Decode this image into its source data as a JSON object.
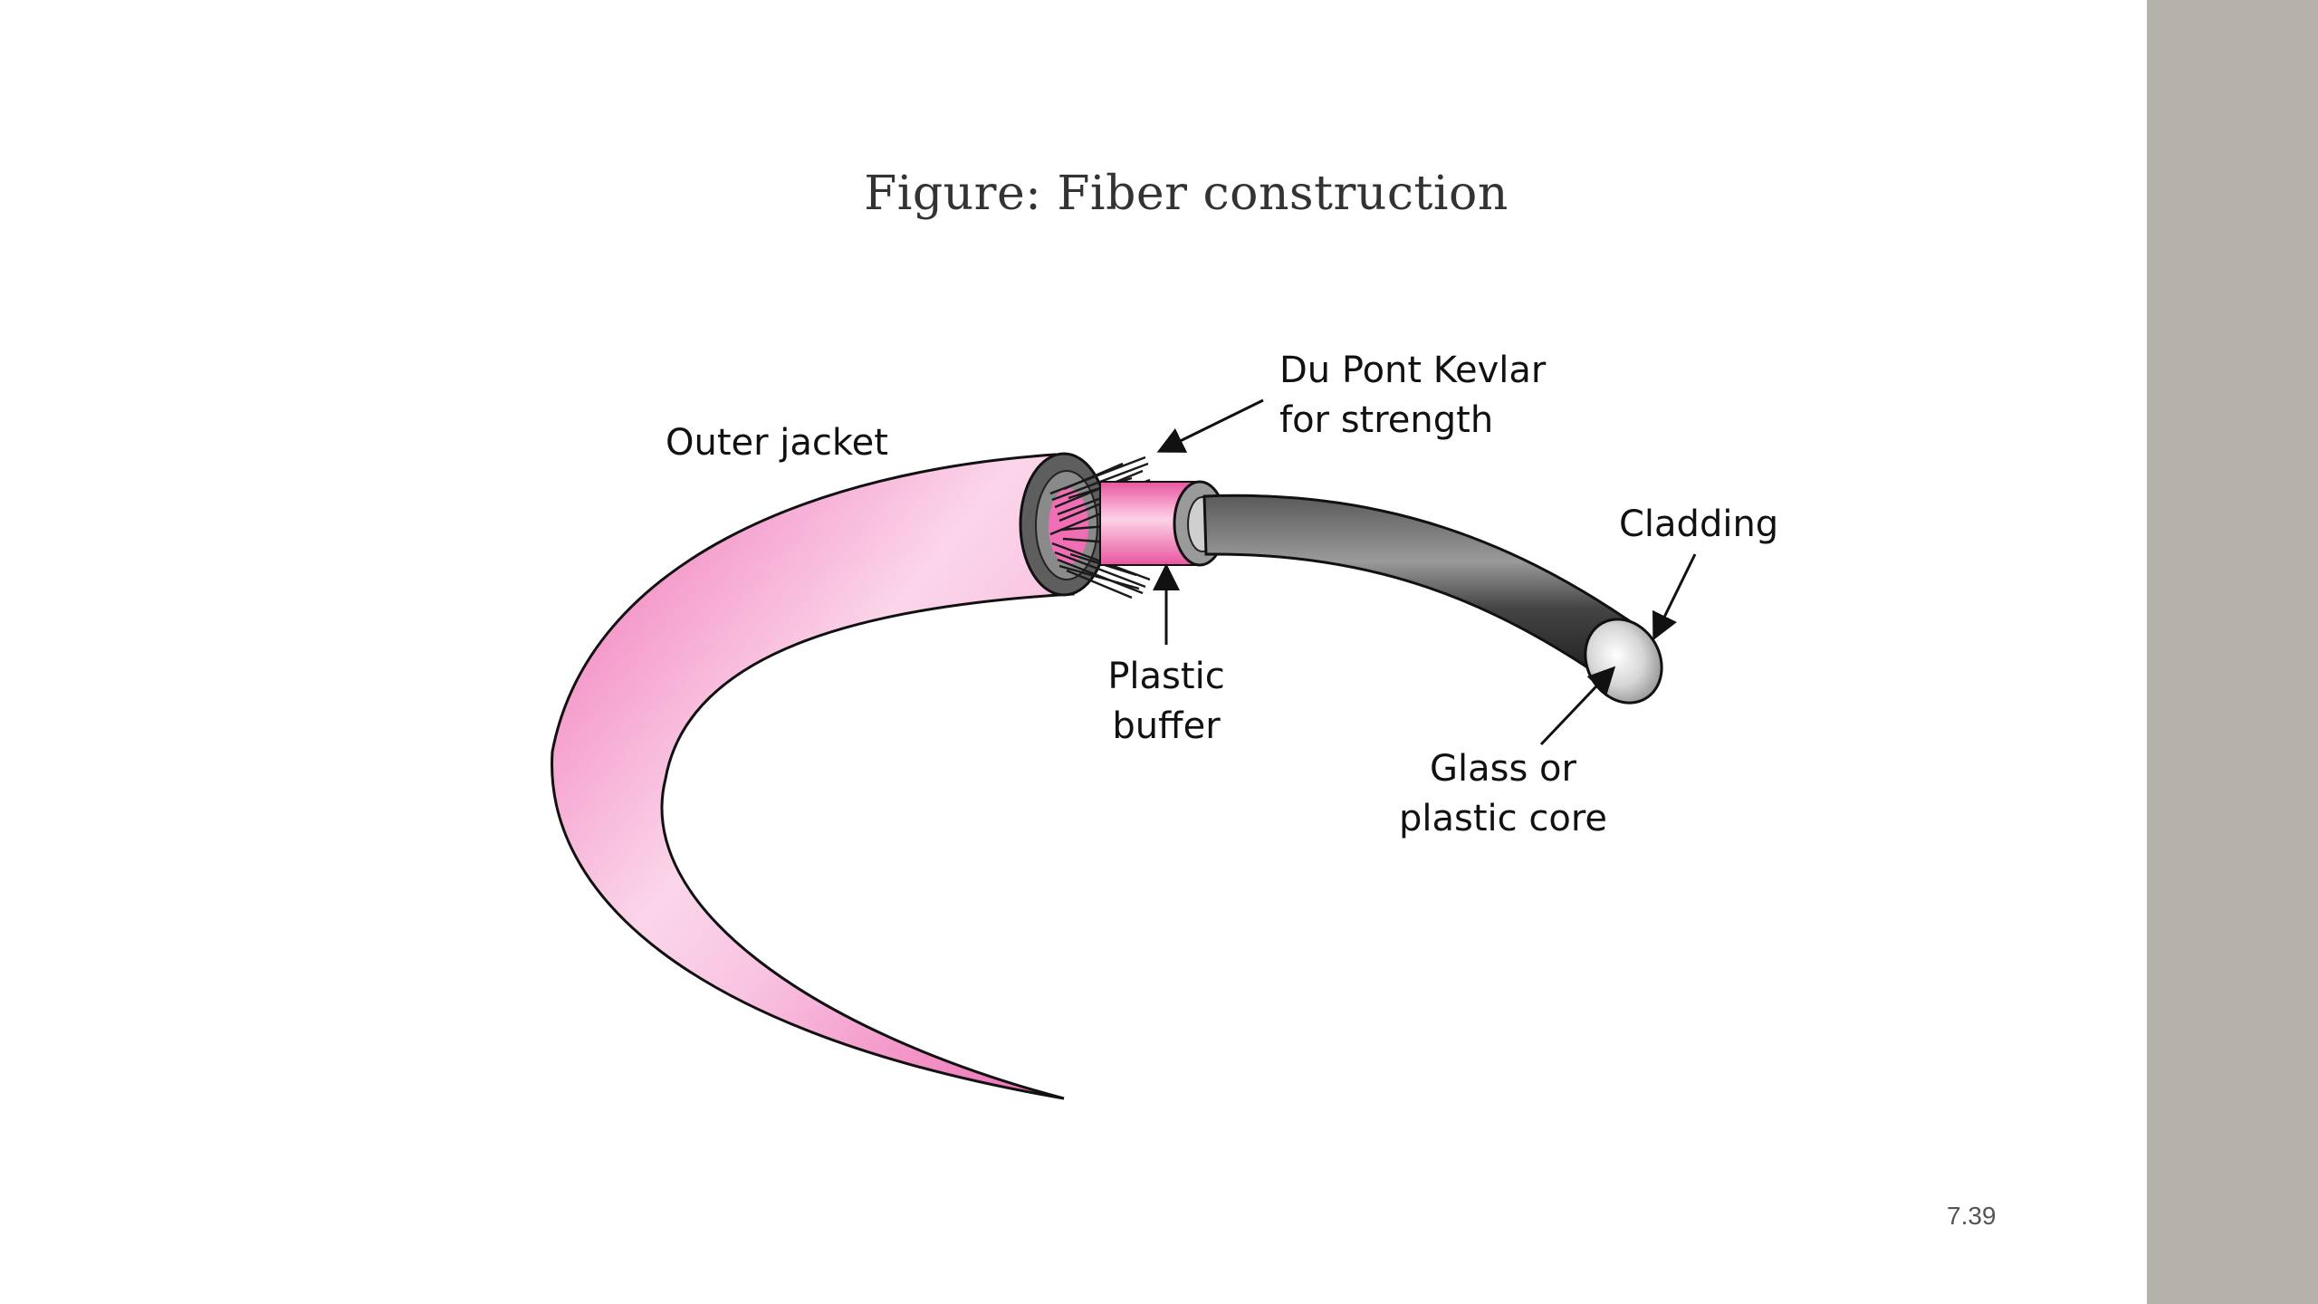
{
  "title": "Figure: Fiber construction",
  "page_number": "7.39",
  "labels": {
    "outer_jacket": "Outer jacket",
    "kevlar_line1": "Du Pont Kevlar",
    "kevlar_line2": "for strength",
    "cladding": "Cladding",
    "buffer_line1": "Plastic",
    "buffer_line2": "buffer",
    "core_line1": "Glass or",
    "core_line2": "plastic core"
  },
  "colors": {
    "jacket": "#f28cc4",
    "buffer": "#ef6fb5",
    "cladding": "#3a3a3a",
    "side_panel": "#b5b3a9"
  }
}
